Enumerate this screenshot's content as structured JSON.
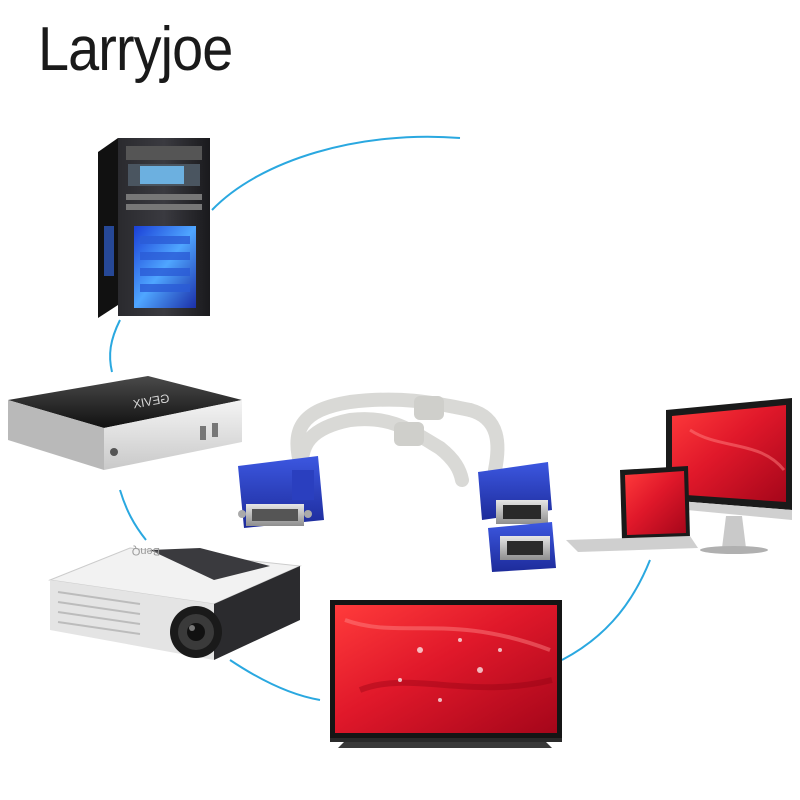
{
  "brand": {
    "name": "Larryjoe"
  },
  "devices": {
    "set_top_box_logo": "GEVIX",
    "projector_logo": "BenQ"
  },
  "colors": {
    "connection_line": "#2aa8e0",
    "vga_connector": "#2b3fbf",
    "cable": "#d9d9d6",
    "screen_red": "#e0182a"
  }
}
